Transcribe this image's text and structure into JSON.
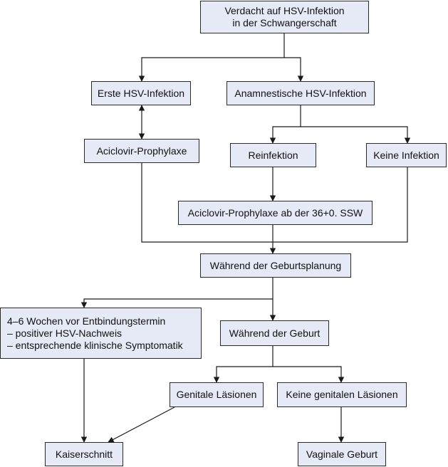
{
  "colors": {
    "box_fill": "#e6e9f6",
    "box_border": "#2a2a2a",
    "edge": "#1a1a1a"
  },
  "nodes": {
    "suspicion": {
      "lines": [
        "Verdacht auf HSV-Infektion",
        "in der Schwangerschaft"
      ]
    },
    "first_infection": {
      "label": "Erste HSV-Infektion"
    },
    "anamnestic": {
      "label": "Anamnestische HSV-Infektion"
    },
    "prophylaxis": {
      "label": "Aciclovir-Prophylaxe"
    },
    "reinfection": {
      "label": "Reinfektion"
    },
    "no_infection": {
      "label": "Keine Infektion"
    },
    "prophylaxis_36": {
      "label": "Aciclovir-Prophylaxe ab der 36+0. SSW"
    },
    "birth_planning": {
      "label": "Während der Geburtsplanung"
    },
    "weeks_before": {
      "lines": [
        "4–6 Wochen vor Entbindungstermin",
        "– positiver HSV-Nachweis",
        "– entsprechende klinische Symptomatik"
      ]
    },
    "during_birth": {
      "label": "Während der Geburt"
    },
    "genital_lesions": {
      "label": "Genitale Läsionen"
    },
    "no_genital_lesions": {
      "label": "Keine genitalen Läsionen"
    },
    "cesarean": {
      "label": "Kaiserschnitt"
    },
    "vaginal_birth": {
      "label": "Vaginale Geburt"
    }
  },
  "edges": [
    {
      "from": "suspicion",
      "to": "first_infection",
      "type": "arrow"
    },
    {
      "from": "suspicion",
      "to": "anamnestic",
      "type": "arrow"
    },
    {
      "from": "first_infection",
      "to": "prophylaxis",
      "type": "bidirectional"
    },
    {
      "from": "anamnestic",
      "to": "reinfection",
      "type": "arrow"
    },
    {
      "from": "anamnestic",
      "to": "no_infection",
      "type": "arrow"
    },
    {
      "from": "reinfection",
      "to": "prophylaxis_36",
      "type": "arrow"
    },
    {
      "from": "prophylaxis",
      "to": "birth_planning",
      "type": "arrow"
    },
    {
      "from": "prophylaxis_36",
      "to": "birth_planning",
      "type": "arrow"
    },
    {
      "from": "no_infection",
      "to": "birth_planning",
      "type": "arrow"
    },
    {
      "from": "birth_planning",
      "to": "weeks_before",
      "type": "arrow"
    },
    {
      "from": "birth_planning",
      "to": "during_birth",
      "type": "arrow"
    },
    {
      "from": "weeks_before",
      "to": "cesarean",
      "type": "arrow"
    },
    {
      "from": "during_birth",
      "to": "genital_lesions",
      "type": "arrow"
    },
    {
      "from": "during_birth",
      "to": "no_genital_lesions",
      "type": "arrow"
    },
    {
      "from": "genital_lesions",
      "to": "cesarean",
      "type": "arrow"
    },
    {
      "from": "no_genital_lesions",
      "to": "vaginal_birth",
      "type": "arrow"
    }
  ]
}
